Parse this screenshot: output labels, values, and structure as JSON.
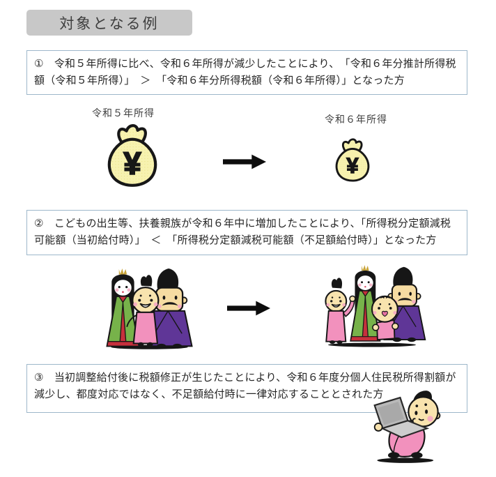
{
  "header": {
    "title": "対象となる例"
  },
  "conditions": [
    {
      "number": "①",
      "text": "①　令和５年所得に比べ、令和６年所得が減少したことにより、　「令和６年分推計所得税額（令和５年所得）」　＞　「令和６年分所得税額（令和６年所得）」となった方"
    },
    {
      "number": "②",
      "text": "②　こどもの出生等、扶養親族が令和６年中に増加したことにより、「所得税分定額減税可能額（当初給付時）」　＜　「所得税分定額減税可能額（不足額給付時）」となった方"
    },
    {
      "number": "③",
      "text": "③　当初調整給付後に税額修正が生じたことにより、令和６年度分個人住民税所得割額が減少し、都度対応ではなく、不足額給付時に一律対応することとされた方"
    }
  ],
  "illustration1": {
    "left_label": "令和５年所得",
    "right_label": "令和６年所得",
    "left_icon": "money-bag-large",
    "right_icon": "money-bag-small",
    "arrow_icon": "right-arrow",
    "currency_symbol": "¥"
  },
  "illustration2": {
    "left_icon": "family-of-three",
    "right_icon": "family-of-four",
    "arrow_icon": "right-arrow"
  },
  "illustration3": {
    "icon": "character-with-laptop"
  },
  "colors": {
    "box_border": "#9db7ca",
    "title_background": "#c8c8c8",
    "body_text": "#262626",
    "money_bag_fill": "#f7f2b0",
    "kimono_green": "#77b24a",
    "kimono_pink": "#f291bd",
    "kimono_purple": "#5f3697",
    "accent_red": "#c6303c",
    "skin_tone": "#f8e3ae",
    "laptop_gray": "#c0c0c0",
    "outline_black": "#171717"
  }
}
